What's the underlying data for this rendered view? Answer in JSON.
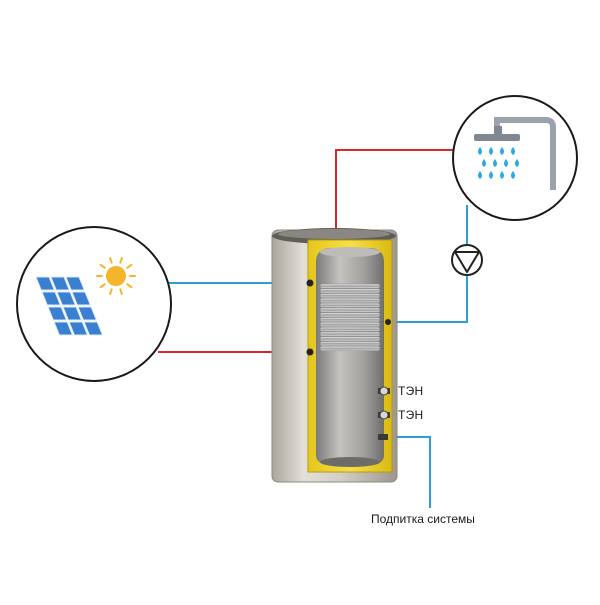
{
  "labels": {
    "heater_1": "ТЭН",
    "heater_2": "ТЭН",
    "system_makeup": "Подпитка системы"
  },
  "colors": {
    "hot_line": "#d42a2a",
    "cold_line": "#2a9fd6",
    "insulation": "#f2d93a",
    "tank_shell": "#cfcbc3",
    "solar_panel": "#3a7fd0",
    "sun": "#f5b52a",
    "shower_water": "#29a9e6"
  },
  "icons": [
    "solar-panel-icon",
    "sun-icon",
    "shower-head-icon",
    "circulation-pump-icon",
    "heat-exchanger-coil-icon",
    "electric-heater-icon"
  ]
}
